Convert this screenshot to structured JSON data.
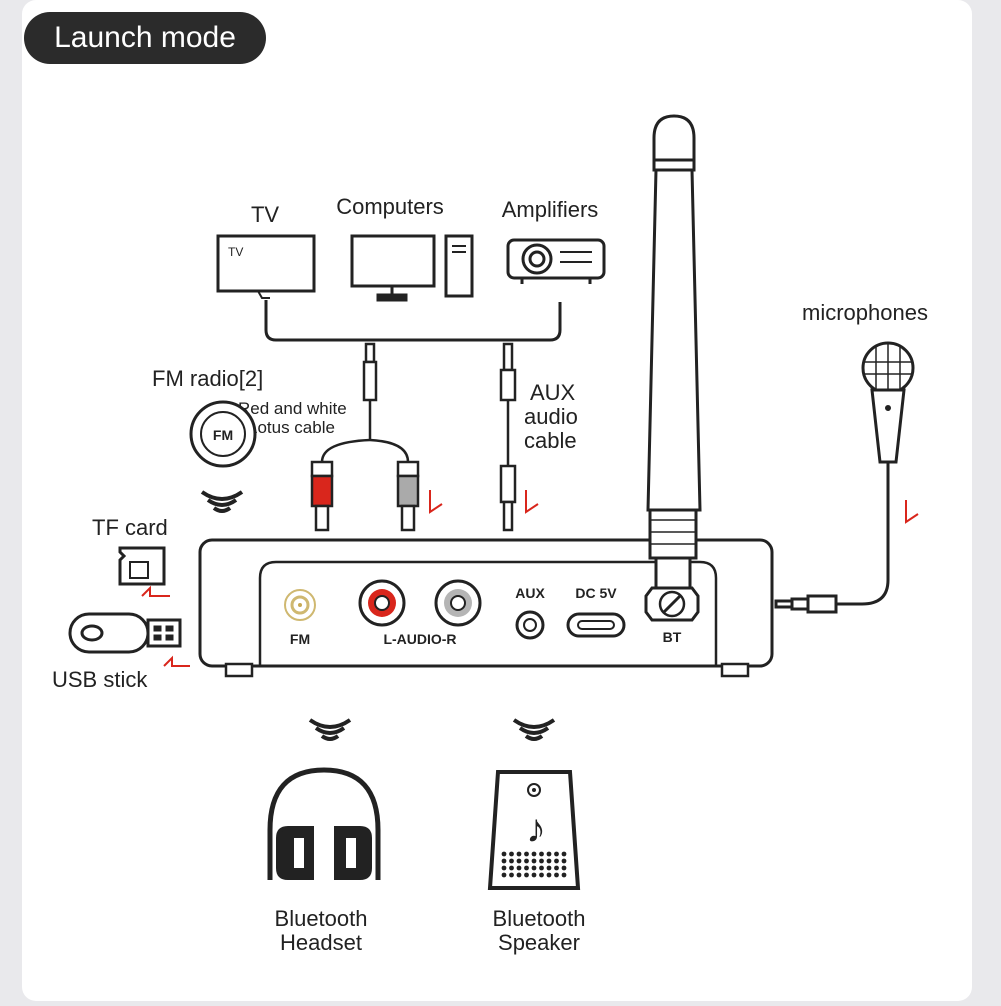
{
  "title": "Launch mode",
  "sources": {
    "tv": "TV",
    "tv_screen_text": "TV",
    "computers": "Computers",
    "amplifiers": "Amplifiers"
  },
  "labels": {
    "fm_radio": "FM radio[2]",
    "fm_badge": "FM",
    "lotus_cable_line1": "Red and white",
    "lotus_cable_line2": "Lotus cable",
    "aux_cable_line1": "AUX",
    "aux_cable_line2": "audio",
    "aux_cable_line3": "cable",
    "tf_card": "TF card",
    "usb_stick": "USB stick",
    "microphones": "microphones"
  },
  "device_ports": {
    "fm": "FM",
    "l_audio_r": "L-AUDIO-R",
    "aux": "AUX",
    "dc": "DC 5V",
    "bt": "BT"
  },
  "outputs": {
    "headset_line1": "Bluetooth",
    "headset_line2": "Headset",
    "speaker_line1": "Bluetooth",
    "speaker_line2": "Speaker"
  },
  "colors": {
    "background": "#e9e9ec",
    "panel": "#ffffff",
    "line": "#222222",
    "red_accent": "#d9261c",
    "pill": "#2b2b2b"
  }
}
